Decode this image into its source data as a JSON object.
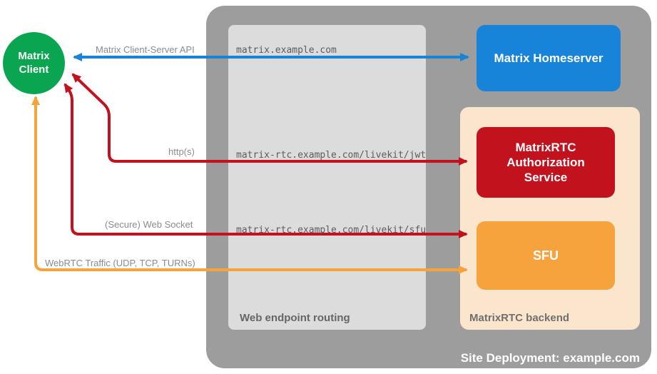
{
  "title": "Site Deployment: example.com",
  "client": {
    "label": "Matrix Client"
  },
  "routing": {
    "label": "Web endpoint routing",
    "urls": {
      "homeserver": "matrix.example.com",
      "jwt": "matrix-rtc.example.com/livekit/jwt",
      "sfu": "matrix-rtc.example.com/livekit/sfu"
    }
  },
  "backend": {
    "label": "MatrixRTC backend"
  },
  "nodes": {
    "homeserver": {
      "label": "Matrix Homeserver"
    },
    "auth": {
      "label": "MatrixRTC Authorization Service"
    },
    "sfu": {
      "label": "SFU"
    }
  },
  "arrows": {
    "api": {
      "label": "Matrix Client-Server API"
    },
    "http": {
      "label": "http(s)"
    },
    "ws": {
      "label": "(Secure) Web Socket"
    },
    "webrtc": {
      "label": "WebRTC Traffic (UDP, TCP, TURNs)"
    }
  },
  "colors": {
    "blue": "#1884d9",
    "red": "#c2121e",
    "orange": "#f6a33e",
    "green": "#0aa551",
    "site-bg": "#9d9d9d",
    "routing-bg": "#dcdcdc",
    "backend-bg": "#fbe5cc"
  }
}
